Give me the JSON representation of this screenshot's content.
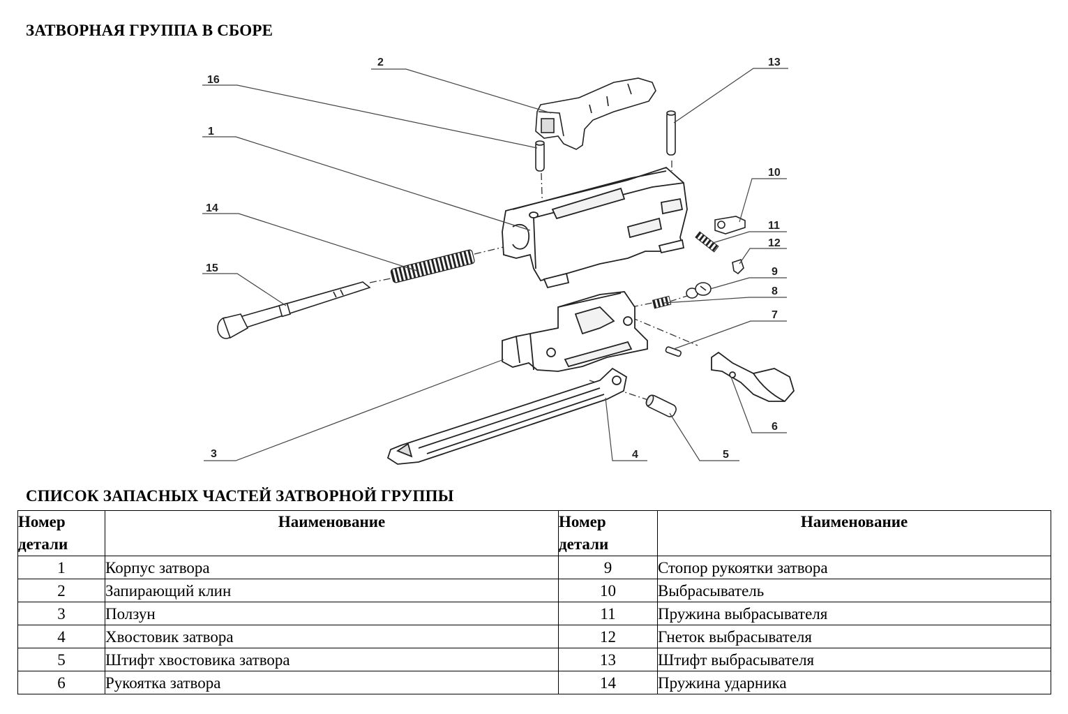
{
  "titles": {
    "assembly": "ЗАТВОРНАЯ ГРУППА В СБОРЕ",
    "parts_list": "СПИСОК ЗАПАСНЫХ ЧАСТЕЙ ЗАТВОРНОЙ ГРУППЫ"
  },
  "callouts": [
    "1",
    "2",
    "3",
    "4",
    "5",
    "6",
    "7",
    "8",
    "9",
    "10",
    "11",
    "12",
    "13",
    "14",
    "15",
    "16"
  ],
  "table": {
    "headers": {
      "num": "Номер детали",
      "name": "Наименование"
    },
    "rows": [
      {
        "num_left": "1",
        "name_left": "Корпус затвора",
        "num_right": "9",
        "name_right": "Стопор рукоятки затвора"
      },
      {
        "num_left": "2",
        "name_left": "Запирающий клин",
        "num_right": "10",
        "name_right": "Выбрасыватель"
      },
      {
        "num_left": "3",
        "name_left": "Ползун",
        "num_right": "11",
        "name_right": "Пружина выбрасывателя"
      },
      {
        "num_left": "4",
        "name_left": "Хвостовик затвора",
        "num_right": "12",
        "name_right": "Гнеток выбрасывателя"
      },
      {
        "num_left": "5",
        "name_left": "Штифт хвостовика затвора",
        "num_right": "13",
        "name_right": "Штифт выбрасывателя"
      },
      {
        "num_left": "6",
        "name_left": "Рукоятка затвора",
        "num_right": "14",
        "name_right": "Пружина ударника"
      }
    ]
  }
}
